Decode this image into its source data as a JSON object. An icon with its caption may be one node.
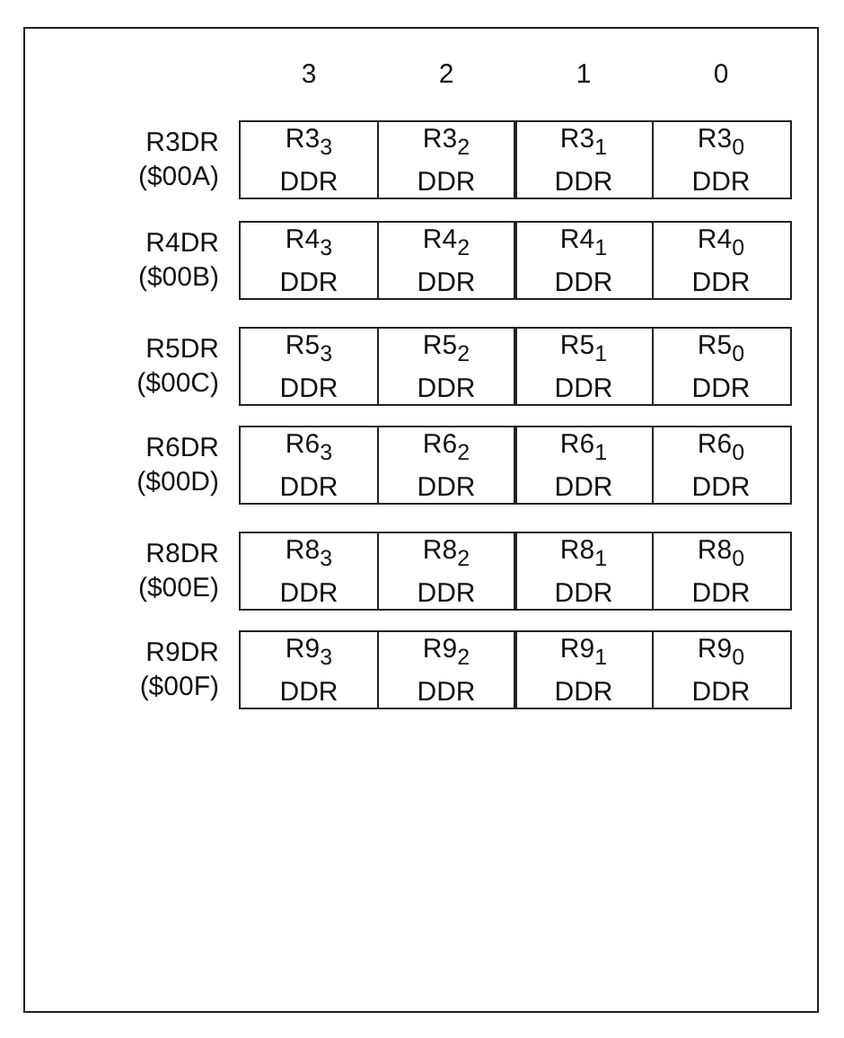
{
  "diagram": {
    "nodes": [
      {
        "text": [
          "R3$_{3}$ DDR"
        ]
      },
      {
        "text": [
          "R3$_{2}$ DDR"
        ]
      },
      {
        "text": [
          "R3$_{1}$ DDR"
        ]
      },
      {
        "text": [
          "R3$_{0}$ DDR"
        ]
      },
      {
        "text": [
          "R4$_{3}$ DDR"
        ]
      },
      {
        "text": [
          "R4$_{2}$ DDR"
        ]
      },
      {
        "text": [
          "R4$_{1}$ DDR"
        ]
      },
      {
        "text": [
          "R4$_{0}$ DDR"
        ]
      },
      {
        "text": [
          "R5$_{3}$ DDR"
        ]
      },
      {
        "text": [
          "R5$_{2}$ DDR"
        ]
      },
      {
        "text": [
          "R5$_{1}$ DDR"
        ]
      },
      {
        "text": [
          "R5$_{0}$ DDR"
        ]
      },
      {
        "text": [
          "R6$_{3}$ DDR"
        ]
      },
      {
        "text": [
          "R6$_{2}$ DDR"
        ]
      },
      {
        "text": [
          "R6$_{1}$ DDR"
        ]
      },
      {
        "text": [
          "R6$_{0}$ DDR"
        ]
      },
      {
        "text": [
          "R8$_{3}$ DDR"
        ]
      },
      {
        "text": [
          "R8$_{2}$ DDR"
        ]
      },
      {
        "text": [
          "R8$_{1}$ DDR"
        ]
      },
      {
        "text": [
          "R8$_{0}$ DDR"
        ]
      },
      {
        "text": [
          "R9$_{3}$ DDR"
        ]
      },
      {
        "text": [
          "R9$_{2}$ DDR"
        ]
      },
      {
        "text": [
          "R9$_{1}$ DDR"
        ]
      },
      {
        "text": [
          "R9$_{0}$ DDR"
        ]
      }
    ],
    "labels": [
      "3",
      "2",
      "1",
      "0",
      "R3DR ($00A)",
      "R4DR ($00B)",
      "R5DR ($00C)",
      "R6DR ($00D)",
      "R8DR ($00E)",
      "R9DR ($00F)"
    ]
  }
}
